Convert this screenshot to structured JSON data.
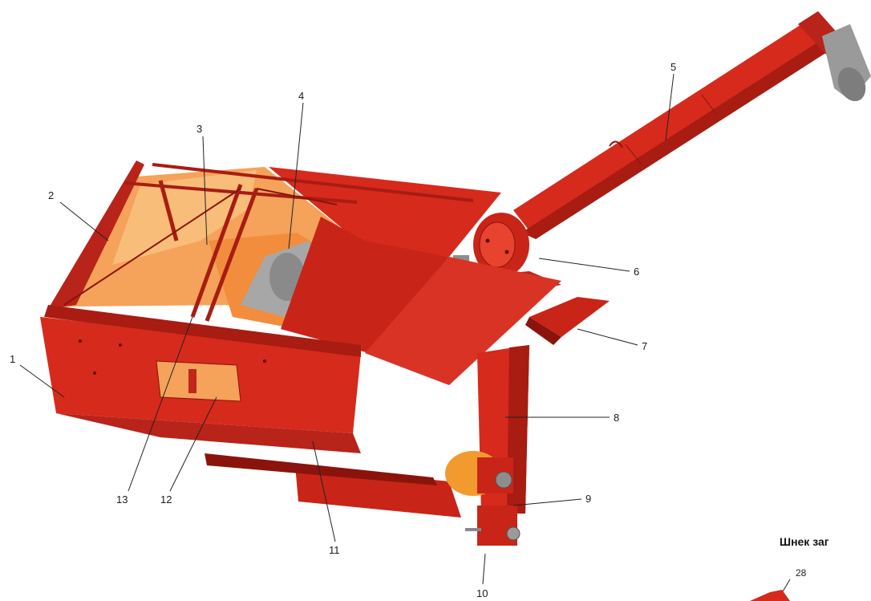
{
  "callouts": [
    "1",
    "2",
    "3",
    "4",
    "5",
    "6",
    "7",
    "8",
    "9",
    "10",
    "11",
    "12",
    "13"
  ],
  "caption": "Шнек заг",
  "corner_callout": "28",
  "colors": {
    "body_red": "#d62a1c",
    "dark_red": "#a81c12",
    "light_red": "#e8432f",
    "inner_orange": "#f5a25a",
    "inner_orange_light": "#f9bd7a",
    "motor_orange": "#f29a2e",
    "grey_metal": "#9a9a9a"
  }
}
